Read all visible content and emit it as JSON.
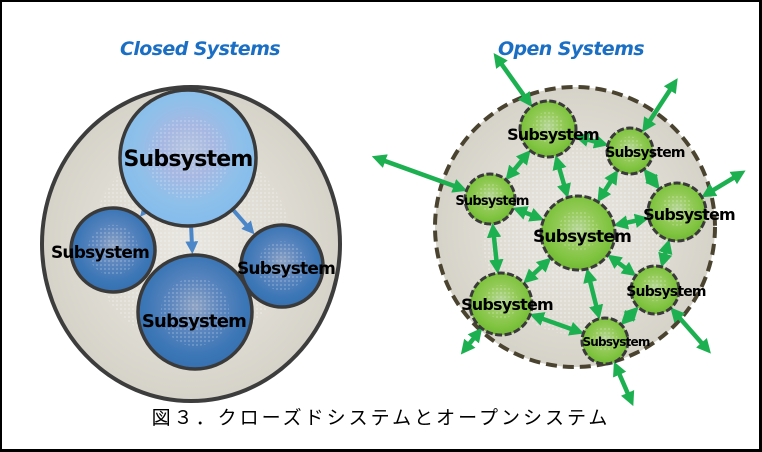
{
  "figure": {
    "caption": "図３．クローズドシステムとオープンシステム",
    "colors": {
      "frame": "#000000",
      "title": "#1a6fc4",
      "boundary_fill": "#dedbd2",
      "boundary_stroke_closed": "#3d3d3d",
      "boundary_stroke_open": "#4a4330",
      "closed_top_node": "#8cc0ec",
      "closed_child_node": "#3c78b8",
      "closed_arrow": "#4a86c8",
      "open_node": "#7fc441",
      "open_arrow": "#1cb050",
      "node_stroke": "#3a3a3a"
    }
  },
  "closed_systems": {
    "title": "Closed Systems",
    "nodes": [
      {
        "id": "top",
        "label": "Subsystem"
      },
      {
        "id": "left",
        "label": "Subsystem"
      },
      {
        "id": "bottom",
        "label": "Subsystem"
      },
      {
        "id": "right",
        "label": "Subsystem"
      }
    ],
    "flows": [
      {
        "from": "top",
        "to": "left"
      },
      {
        "from": "top",
        "to": "bottom"
      },
      {
        "from": "top",
        "to": "right"
      }
    ]
  },
  "open_systems": {
    "title": "Open Systems",
    "nodes": [
      {
        "id": "n1",
        "label": "Subsystem"
      },
      {
        "id": "n2",
        "label": "Subsystem"
      },
      {
        "id": "n3",
        "label": "Subsystem"
      },
      {
        "id": "n4",
        "label": "Subsystem"
      },
      {
        "id": "n5",
        "label": "Subsystem"
      },
      {
        "id": "n6",
        "label": "Subsystem"
      },
      {
        "id": "n7",
        "label": "Subsystem"
      },
      {
        "id": "n8",
        "label": "Subsystem"
      }
    ],
    "internal_flows": [
      {
        "a": "n1",
        "b": "n2"
      },
      {
        "a": "n1",
        "b": "n3"
      },
      {
        "a": "n1",
        "b": "n5"
      },
      {
        "a": "n2",
        "b": "n5"
      },
      {
        "a": "n2",
        "b": "n4"
      },
      {
        "a": "n3",
        "b": "n5"
      },
      {
        "a": "n3",
        "b": "n7"
      },
      {
        "a": "n4",
        "b": "n5"
      },
      {
        "a": "n4",
        "b": "n6"
      },
      {
        "a": "n5",
        "b": "n6"
      },
      {
        "a": "n5",
        "b": "n7"
      },
      {
        "a": "n5",
        "b": "n8"
      },
      {
        "a": "n6",
        "b": "n8"
      },
      {
        "a": "n7",
        "b": "n8"
      }
    ],
    "external_flows": [
      {
        "node": "n1",
        "direction": "upper-left"
      },
      {
        "node": "n2",
        "direction": "upper-right"
      },
      {
        "node": "n3",
        "direction": "left"
      },
      {
        "node": "n4",
        "direction": "right"
      },
      {
        "node": "n6",
        "direction": "lower-right"
      },
      {
        "node": "n7",
        "direction": "lower-left"
      },
      {
        "node": "n8",
        "direction": "down"
      }
    ]
  }
}
